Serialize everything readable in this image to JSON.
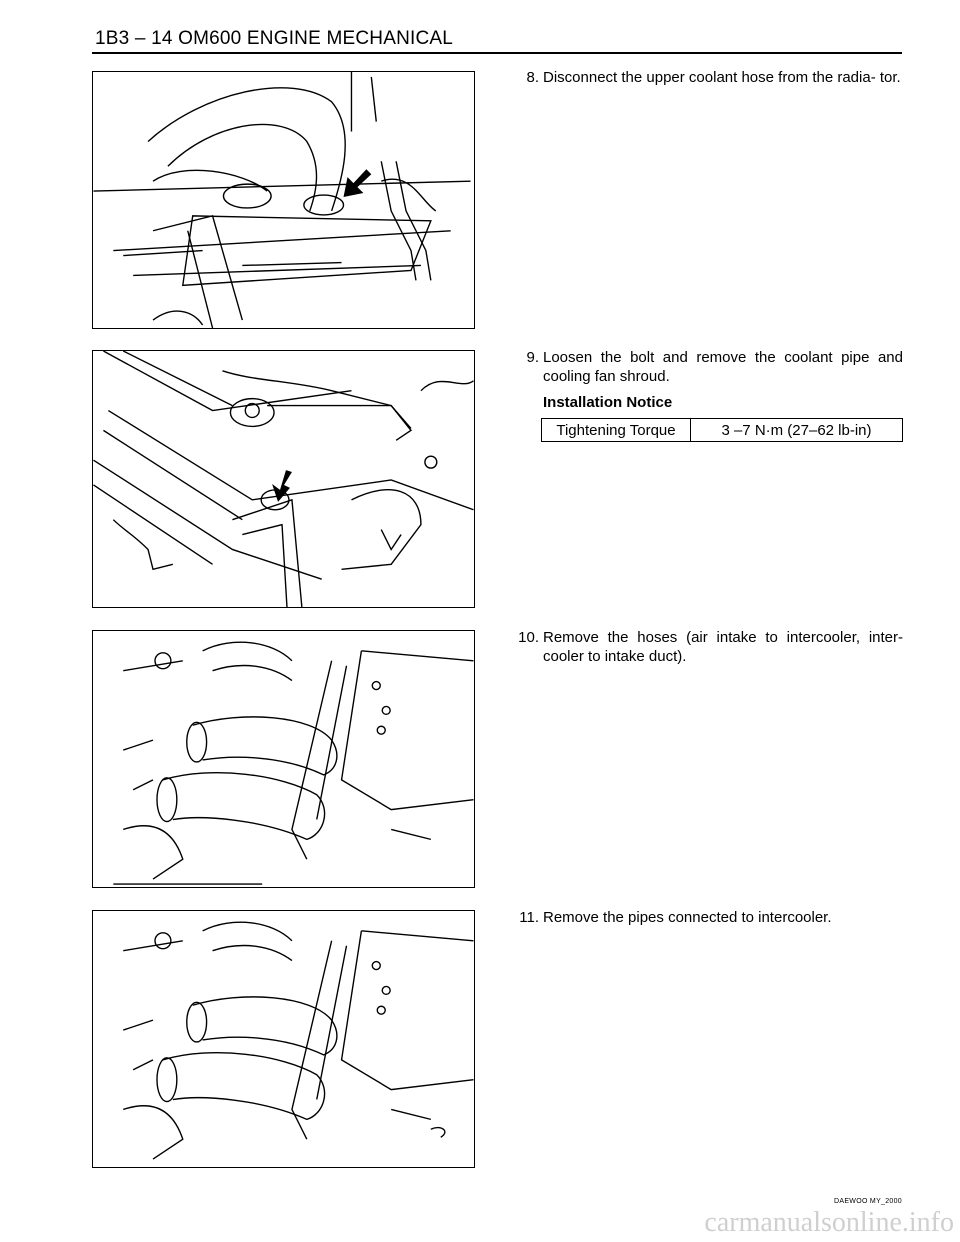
{
  "header": {
    "title": "1B3 – 14  OM600 ENGINE MECHANICAL"
  },
  "steps": [
    {
      "number": "8.",
      "text": "Disconnect the upper coolant hose from the radia- tor."
    },
    {
      "number": "9.",
      "text": "Loosen the bolt and remove the coolant pipe and cooling fan shroud."
    },
    {
      "number": "10.",
      "text": "Remove the hoses (air intake to intercooler, inter- cooler to intake duct)."
    },
    {
      "number": "11.",
      "text": "Remove the pipes connected to intercooler."
    }
  ],
  "notice": {
    "heading": "Installation Notice",
    "label": "Tightening Torque",
    "value": "3 –7 N·m (27–62 lb-in)"
  },
  "footer": {
    "code": "DAEWOO MY_2000"
  },
  "watermark": "carmanualsonline.info"
}
